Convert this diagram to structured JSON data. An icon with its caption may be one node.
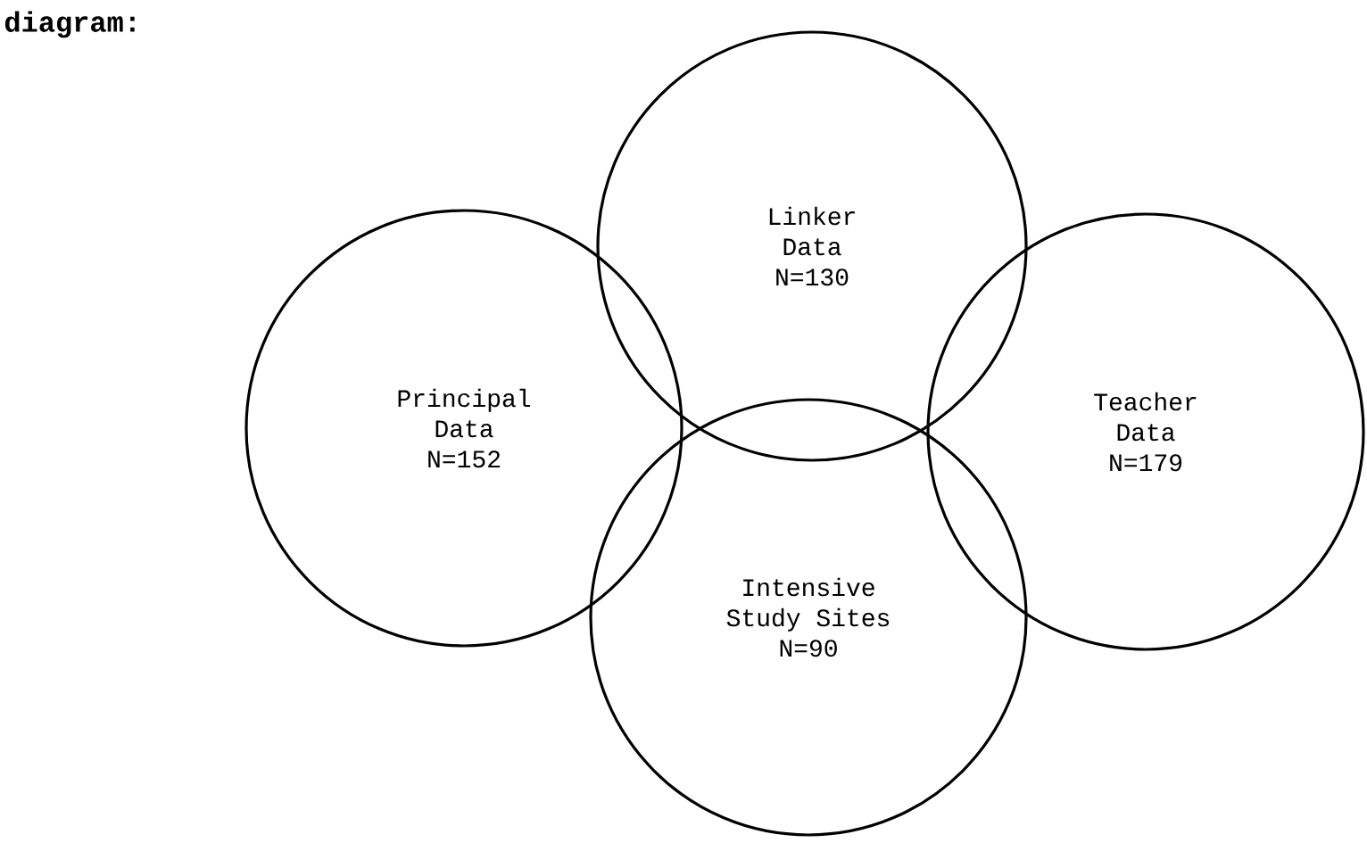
{
  "diagram": {
    "nodes": [
      {
        "text": [
          "Principal Data N=152"
        ]
      },
      {
        "text": [
          "Linker Data N=130"
        ]
      },
      {
        "text": [
          "Teacher Data N=179"
        ]
      },
      {
        "text": [
          "Intensive Study Sites N=90"
        ]
      }
    ],
    "labels": [
      "diagram:"
    ]
  }
}
